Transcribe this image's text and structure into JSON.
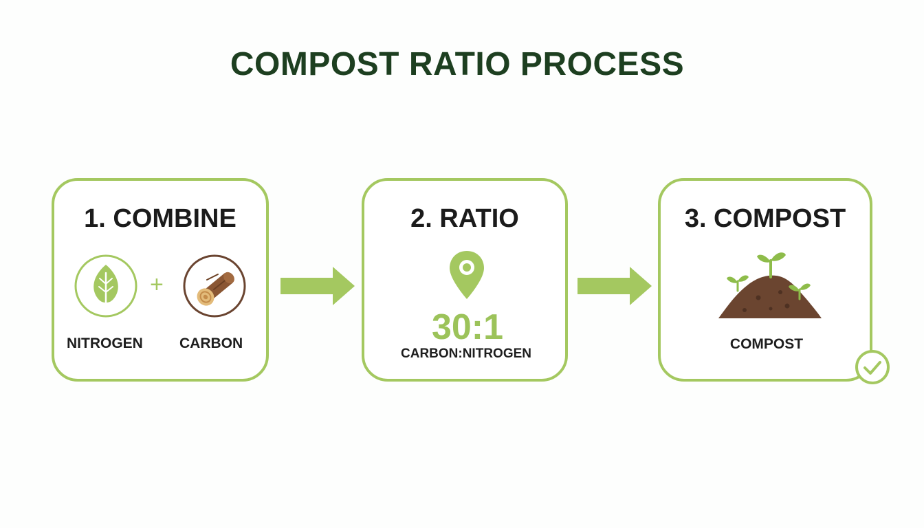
{
  "title": "COMPOST RATIO PROCESS",
  "colors": {
    "accent_green": "#a4c860",
    "title_green": "#1d3f20",
    "ratio_green": "#9cc35a",
    "wood_brown": "#7a4a2a",
    "soil_brown": "#6b4530"
  },
  "steps": [
    {
      "title": "1. COMBINE",
      "items": [
        {
          "label": "NITROGEN",
          "icon": "leaf-icon"
        },
        {
          "label": "CARBON",
          "icon": "log-icon"
        }
      ],
      "operator": "+"
    },
    {
      "title": "2. RATIO",
      "icon": "location-pin-icon",
      "value": "30:1",
      "caption": "CARBON:NITROGEN"
    },
    {
      "title": "3. COMPOST",
      "icon": "soil-sprout-icon",
      "caption": "COMPOST",
      "badge_icon": "check-circle-icon"
    }
  ]
}
